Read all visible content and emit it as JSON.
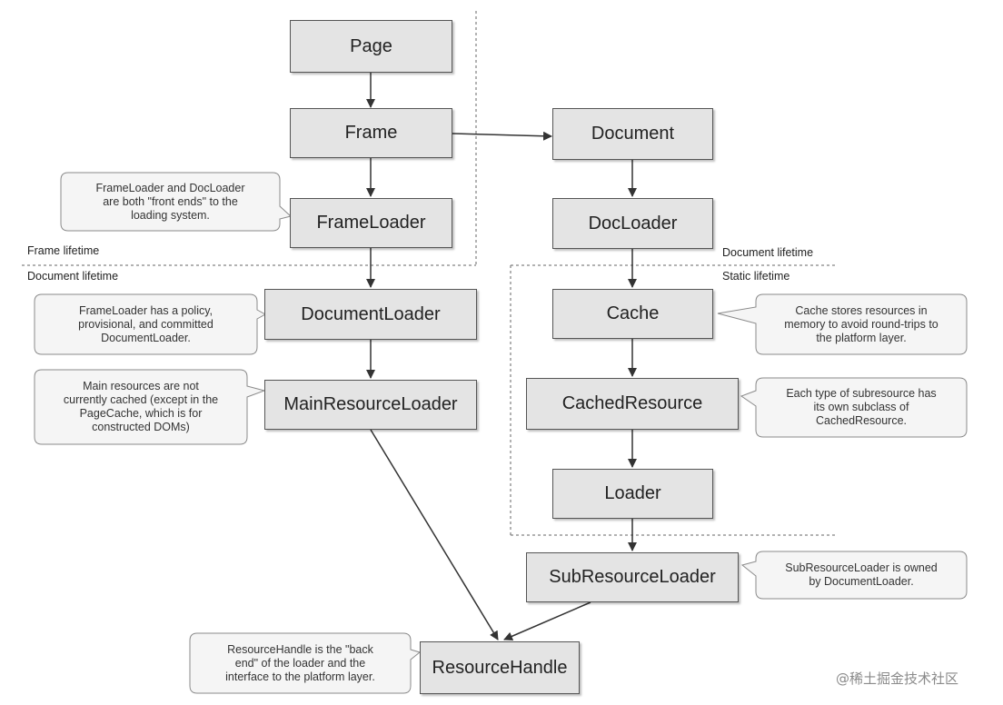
{
  "nodes": {
    "page": "Page",
    "frame": "Frame",
    "document": "Document",
    "frame_loader": "FrameLoader",
    "doc_loader": "DocLoader",
    "document_loader": "DocumentLoader",
    "cache": "Cache",
    "main_resource_loader": "MainResourceLoader",
    "cached_resource": "CachedResource",
    "loader": "Loader",
    "sub_resource_loader": "SubResourceLoader",
    "resource_handle": "ResourceHandle"
  },
  "notes": {
    "front_ends": "FrameLoader and DocLoader\nare both \"front ends\" to the\nloading system.",
    "policy": "FrameLoader has a policy,\nprovisional, and committed\nDocumentLoader.",
    "main_resources": "Main resources are not\ncurrently cached (except in the\nPageCache, which is for\nconstructed DOMs)",
    "cache_stores": "Cache stores resources in\nmemory to avoid round-trips to\nthe platform layer.",
    "subresource_type": "Each type of subresource has\nits own subclass of\nCachedResource.",
    "subresource_owned": "SubResourceLoader is owned\nby DocumentLoader.",
    "resource_handle_note": "ResourceHandle is the \"back\nend\" of the loader and the\ninterface to the platform layer."
  },
  "regions": {
    "frame_lifetime": "Frame lifetime",
    "document_lifetime_left": "Document lifetime",
    "document_lifetime_right": "Document lifetime",
    "static_lifetime": "Static lifetime"
  },
  "watermark": "@稀土掘金技术社区"
}
